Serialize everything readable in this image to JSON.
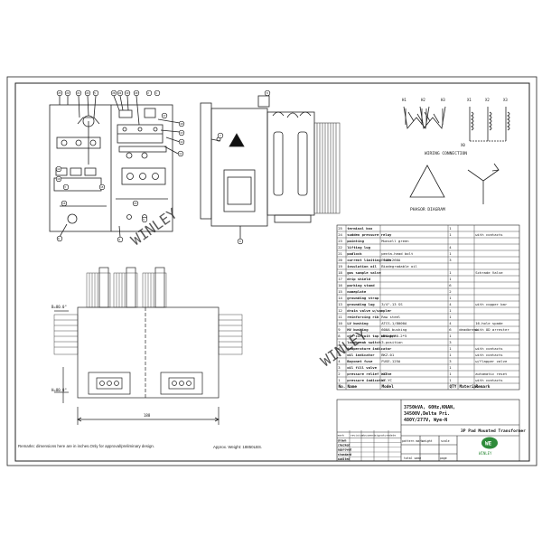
{
  "drawing": {
    "labels": {
      "wiring_connection": "WIRING CONNECTION",
      "phasor_diagram": "PHASOR DIAGRAM",
      "remarks_note": "Remarks: dimensions here are in inches.Only for approval/preliminary design.",
      "weight_note": "Approx. Weight: 18850LBS.",
      "watermark": "WINLEY",
      "dim_width": "188",
      "dim_top_left": "B=80.0\"",
      "dim_bottom_left": "H=80.0\""
    },
    "wiring_terminals": [
      "H1",
      "H2",
      "H3",
      "X1",
      "X2",
      "X3",
      "X0"
    ],
    "front_callouts": [
      "25",
      "22",
      "21",
      "24",
      "5",
      "26",
      "24",
      "19",
      "20",
      "1",
      "18",
      "13",
      "14",
      "11",
      "12",
      "10",
      "3",
      "15",
      "16",
      "23",
      "9",
      "4",
      "6",
      "2",
      "17"
    ],
    "side_callouts": [
      "8",
      "7",
      "6"
    ]
  },
  "bom": {
    "headers": [
      "No.",
      "Name",
      "Model",
      "QTY",
      "Material",
      "Remark"
    ],
    "rows": [
      [
        "25",
        "terminal box",
        "",
        "1",
        "",
        ""
      ],
      [
        "24",
        "sudden pressure relay",
        "",
        "1",
        "",
        "with contacts"
      ],
      [
        "23",
        "painting",
        "Munsell green",
        "",
        "",
        ""
      ],
      [
        "22",
        "lifting lug",
        "",
        "4",
        "",
        ""
      ],
      [
        "21",
        "padlock",
        "penta-head bolt",
        "1",
        "",
        ""
      ],
      [
        "20",
        "current limiting fuse",
        "ELSP-260A",
        "3",
        "",
        ""
      ],
      [
        "19",
        "insulation oil",
        "Biodegradable oil",
        "",
        "",
        ""
      ],
      [
        "18",
        "gas sample valve",
        "",
        "1",
        "",
        "Schrade Valve"
      ],
      [
        "17",
        "drip shield",
        "",
        "1",
        "",
        ""
      ],
      [
        "16",
        "parking stand",
        "",
        "6",
        "",
        ""
      ],
      [
        "15",
        "nameplate",
        "",
        "2",
        "",
        ""
      ],
      [
        "14",
        "grounding strap",
        "",
        "1",
        "",
        ""
      ],
      [
        "13",
        "grounding lug",
        "3/4\"-13 SS",
        "4",
        "",
        "with copper bar"
      ],
      [
        "12",
        "drain valve w/sampler",
        "",
        "1",
        "",
        ""
      ],
      [
        "11",
        "reinforcing rib",
        "Raw steel",
        "1",
        "",
        ""
      ],
      [
        "10",
        "LV bushing",
        "ATCS-1/8000A",
        "4",
        "",
        "16-hole spade"
      ],
      [
        "9",
        "HV bushing",
        "600A bushing",
        "6",
        "deadbreak",
        "with OD arrester"
      ],
      [
        "8",
        "off-circuit tap changer",
        "WPS 6/30-2*5",
        "1",
        "",
        ""
      ],
      [
        "7",
        "loadbreak switch",
        "3-position",
        "3",
        "",
        ""
      ],
      [
        "6",
        "temperature indicator",
        "",
        "1",
        "",
        "with contacts"
      ],
      [
        "5",
        "oil indicator",
        "BKZ-01",
        "1",
        "",
        "with contacts"
      ],
      [
        "4",
        "Bayonet fuse",
        "FUSE-125A",
        "3",
        "",
        "w/flapper valve"
      ],
      [
        "3",
        "oil fill valve",
        "",
        "1",
        "",
        ""
      ],
      [
        "2",
        "pressure relief valve",
        "YSF",
        "1",
        "",
        "automatic reset"
      ],
      [
        "1",
        "pressure indicator",
        "YZ-YC",
        "1",
        "",
        "with contacts"
      ]
    ]
  },
  "title_block": {
    "spec_lines": [
      "3750kVA, 60Hz,KNAN,",
      "34500V,Delta Pri.",
      "480Y/277V, Wye-N"
    ],
    "title": "3P Pad Mounted Transformer",
    "logo_text": "WINLEY",
    "logo_mark": "WE",
    "sign_rows": [
      "drawn",
      "checked",
      "approved",
      "standard",
      "audited"
    ],
    "sign_cols": [
      "mark",
      "revision",
      "document",
      "signature",
      "date"
    ],
    "mid_row": [
      "pattern mark",
      "weight",
      "scale"
    ],
    "last_row": [
      "total same",
      "page"
    ]
  }
}
